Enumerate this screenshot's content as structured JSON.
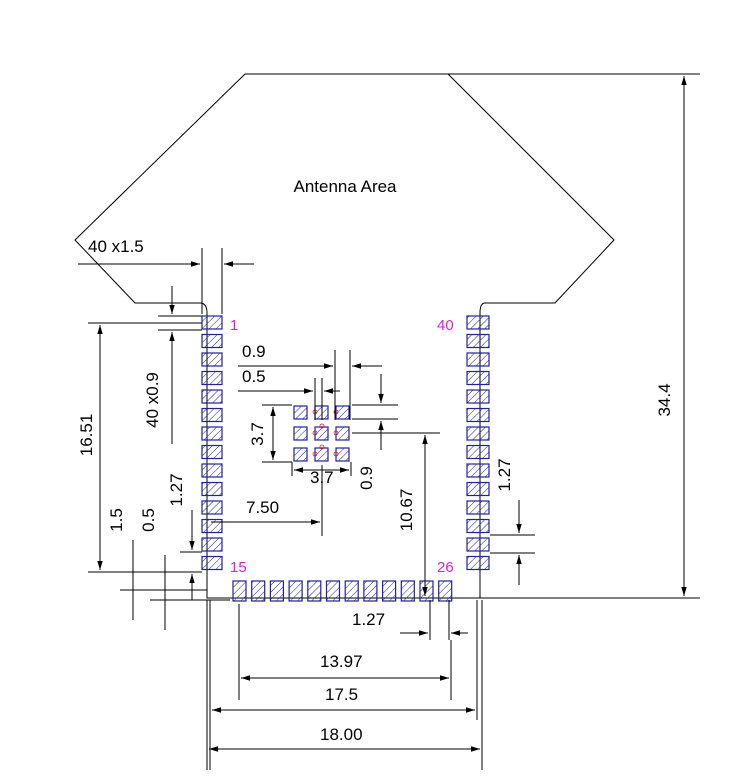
{
  "antenna_label": "Antenna Area",
  "pins": {
    "first": "1",
    "left_end": "15",
    "bottom_end": "26",
    "last": "40"
  },
  "dims": {
    "total_height": "34.4",
    "left_span": "16.51",
    "pad_spec_top": "40 x1.5",
    "pad_spec_left": "40 x0.9",
    "center_pitch_outer": "0.9",
    "center_pitch_inner": "0.5",
    "center_block_h": "3.7",
    "center_block_w": "3.7",
    "center_gap": "0.9",
    "center_offset_x": "7.50",
    "center_offset_y": "10.67",
    "left_bottom_15": "1.5",
    "left_bottom_05": "0.5",
    "left_pitch": "1.27",
    "right_pitch": "1.27",
    "bottom_pitch": "1.27",
    "bottom_pad_span": "13.97",
    "span_175": "17.5",
    "span_18": "18.00"
  }
}
